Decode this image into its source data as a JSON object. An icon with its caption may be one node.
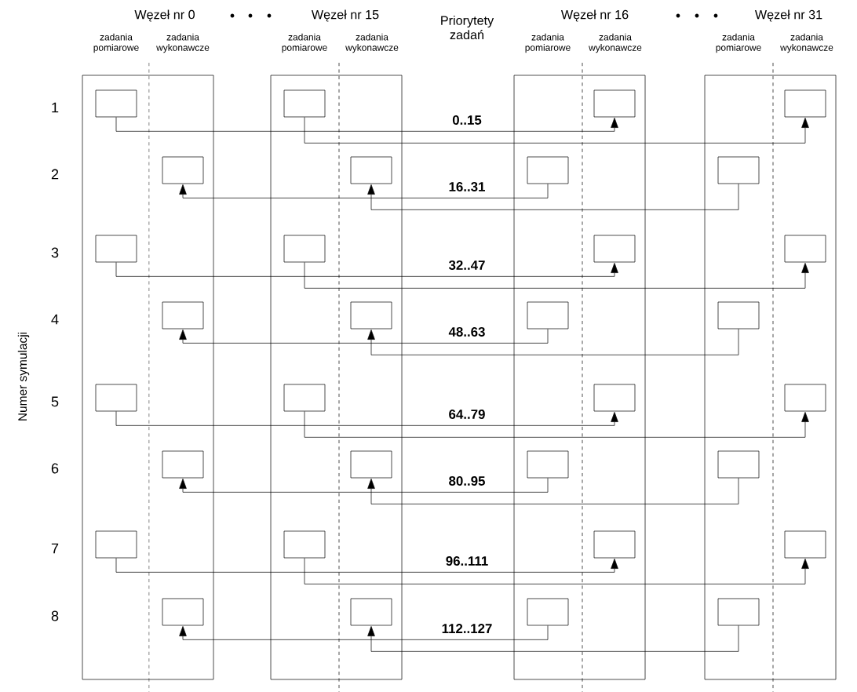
{
  "diagram": {
    "nodes": [
      {
        "text": [
          "Węzeł nr 0",
          "zadania pomiarowe",
          "zadania wykonawcze"
        ]
      },
      {
        "text": [
          "Węzeł nr 15",
          "zadania pomiarowe",
          "zadania wykonawcze"
        ]
      },
      {
        "text": [
          "Węzeł nr 16",
          "zadania pomiarowe",
          "zadania wykonawcze"
        ]
      },
      {
        "text": [
          "Węzeł nr 31",
          "zadania pomiarowe",
          "zadania wykonawcze"
        ]
      },
      {
        "text": [],
        "shape": "box",
        "in": 0
      },
      {
        "text": [],
        "shape": "box",
        "in": 1
      },
      {
        "text": [],
        "shape": "box",
        "in": 2
      },
      {
        "text": [],
        "shape": "box",
        "in": 3
      },
      {
        "text": [],
        "shape": "box",
        "in": 0
      },
      {
        "text": [],
        "shape": "box",
        "in": 1
      },
      {
        "text": [],
        "shape": "box",
        "in": 2
      },
      {
        "text": [],
        "shape": "box",
        "in": 3
      },
      {
        "text": [],
        "shape": "box",
        "in": 0
      },
      {
        "text": [],
        "shape": "box",
        "in": 1
      },
      {
        "text": [],
        "shape": "box",
        "in": 2
      },
      {
        "text": [],
        "shape": "box",
        "in": 3
      },
      {
        "text": [],
        "shape": "box",
        "in": 0
      },
      {
        "text": [],
        "shape": "box",
        "in": 1
      },
      {
        "text": [],
        "shape": "box",
        "in": 2
      },
      {
        "text": [],
        "shape": "box",
        "in": 3
      },
      {
        "text": [],
        "shape": "box",
        "in": 0
      },
      {
        "text": [],
        "shape": "box",
        "in": 1
      },
      {
        "text": [],
        "shape": "box",
        "in": 2
      },
      {
        "text": [],
        "shape": "box",
        "in": 3
      },
      {
        "text": [],
        "shape": "box",
        "in": 0
      },
      {
        "text": [],
        "shape": "box",
        "in": 1
      },
      {
        "text": [],
        "shape": "box",
        "in": 2
      },
      {
        "text": [],
        "shape": "box",
        "in": 3
      },
      {
        "text": [],
        "shape": "box",
        "in": 0
      },
      {
        "text": [],
        "shape": "box",
        "in": 1
      },
      {
        "text": [],
        "shape": "box",
        "in": 2
      },
      {
        "text": [],
        "shape": "box",
        "in": 3
      },
      {
        "text": [],
        "shape": "box",
        "in": 0
      },
      {
        "text": [],
        "shape": "box",
        "in": 1
      },
      {
        "text": [],
        "shape": "box",
        "in": 2
      },
      {
        "text": [],
        "shape": "box",
        "in": 3
      }
    ],
    "edges": [
      {
        "from": 4,
        "to": 6,
        "arrow": "to"
      },
      {
        "from": 5,
        "to": 7,
        "arrow": "to"
      },
      {
        "from": 10,
        "to": 8,
        "arrow": "to"
      },
      {
        "from": 11,
        "to": 9,
        "arrow": "to"
      },
      {
        "from": 12,
        "to": 14,
        "arrow": "to"
      },
      {
        "from": 13,
        "to": 15,
        "arrow": "to"
      },
      {
        "from": 18,
        "to": 16,
        "arrow": "to"
      },
      {
        "from": 19,
        "to": 17,
        "arrow": "to"
      },
      {
        "from": 20,
        "to": 22,
        "arrow": "to"
      },
      {
        "from": 21,
        "to": 23,
        "arrow": "to"
      },
      {
        "from": 26,
        "to": 24,
        "arrow": "to"
      },
      {
        "from": 27,
        "to": 25,
        "arrow": "to"
      },
      {
        "from": 28,
        "to": 30,
        "arrow": "to"
      },
      {
        "from": 29,
        "to": 31,
        "arrow": "to"
      },
      {
        "from": 34,
        "to": 32,
        "arrow": "to"
      },
      {
        "from": 35,
        "to": 33,
        "arrow": "to"
      }
    ],
    "labels": [
      "Priorytety zadań",
      "Numer symulacji",
      "1",
      "0..15",
      "2",
      "16..31",
      "3",
      "32..47",
      "4",
      "48..63",
      "5",
      "64..79",
      "6",
      "80..95",
      "7",
      "96..111",
      "8",
      "112..127"
    ]
  }
}
